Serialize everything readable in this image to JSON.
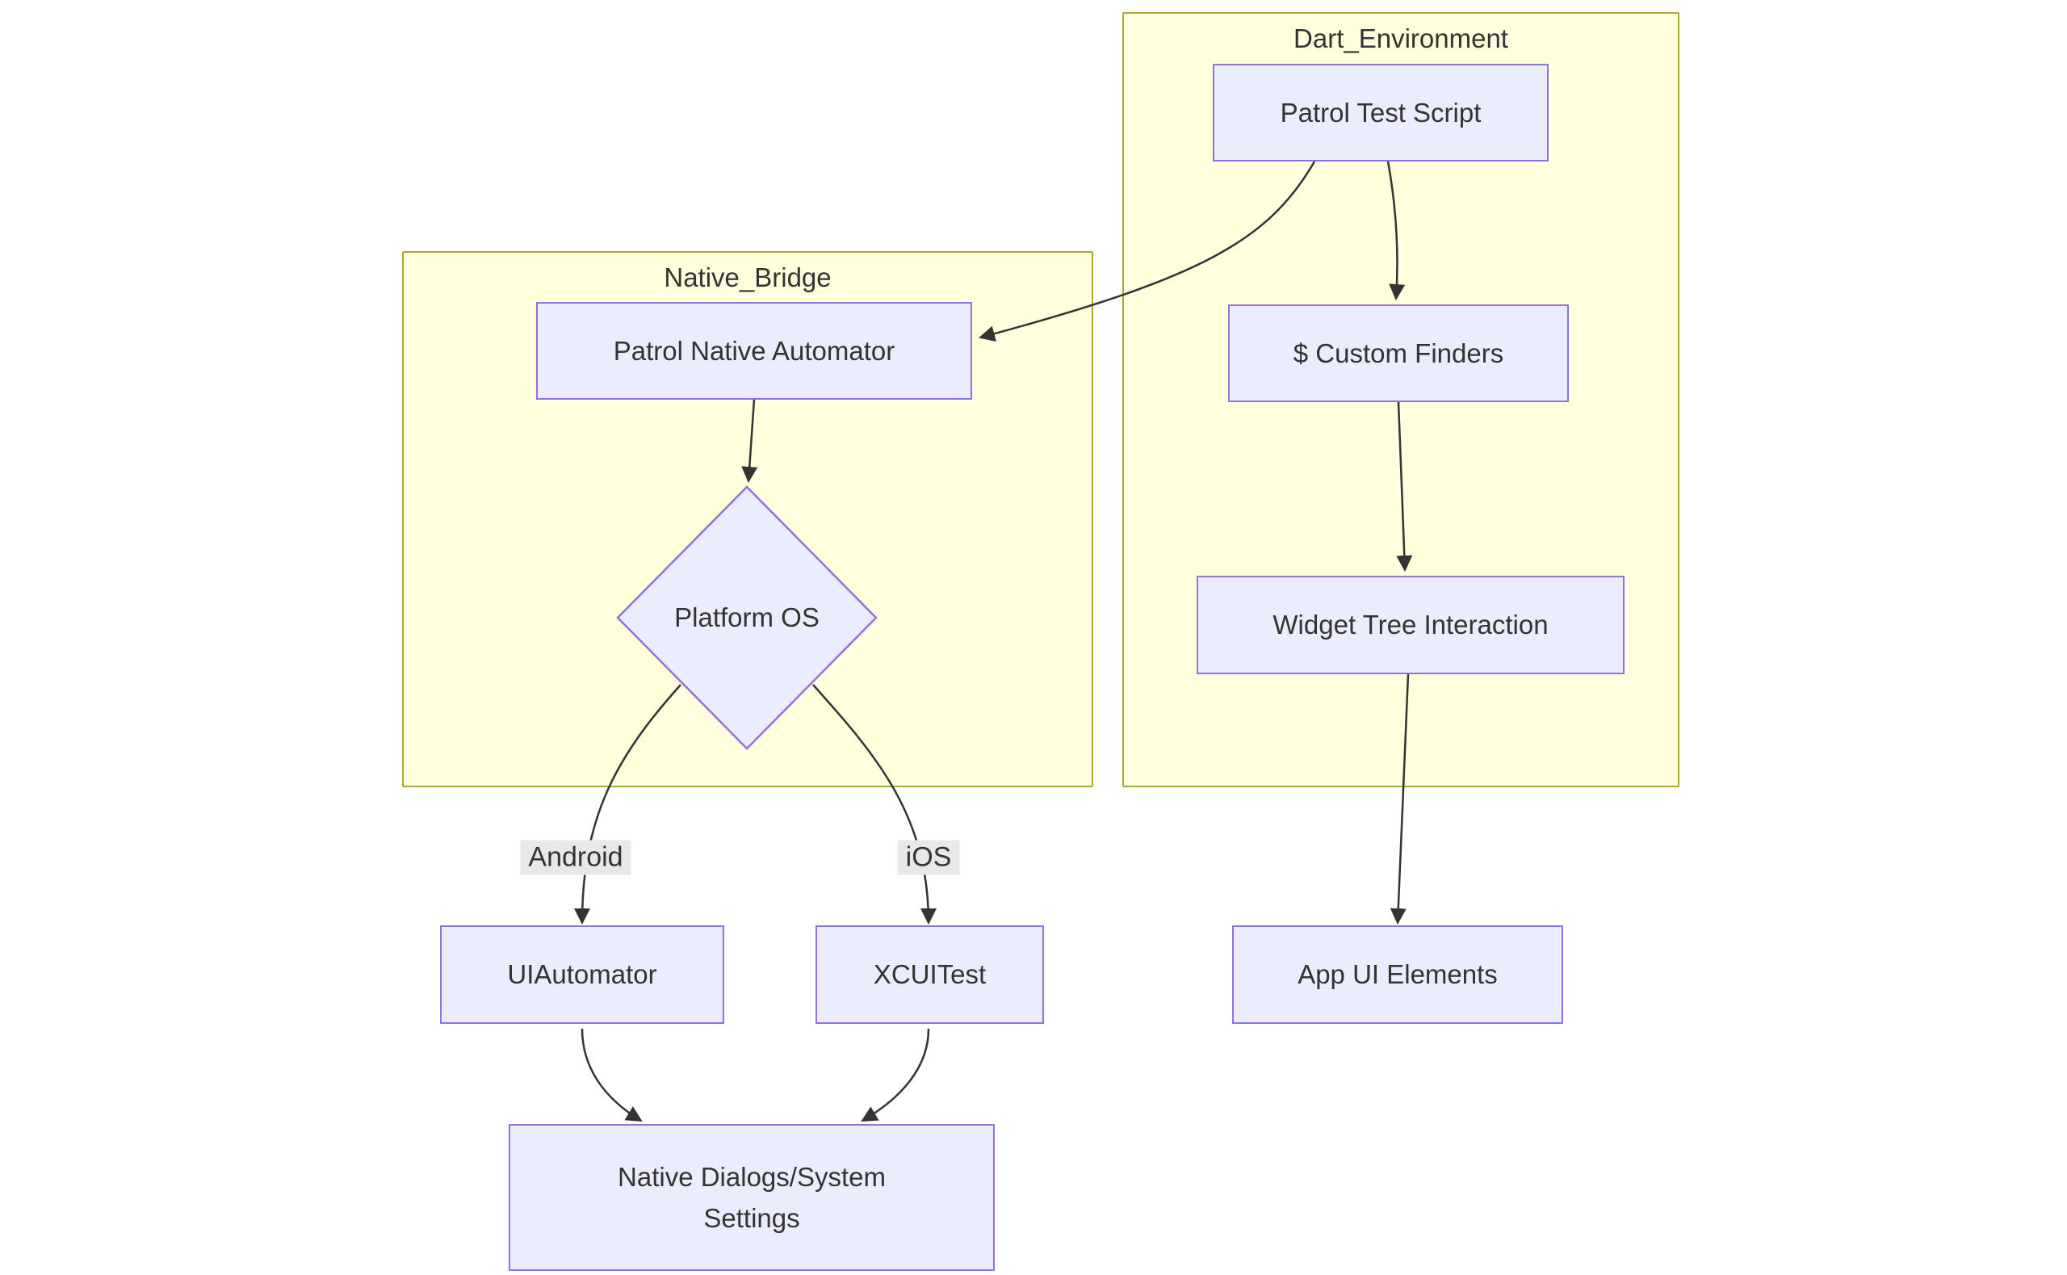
{
  "diagram": {
    "type": "flowchart-top-down",
    "clusters": {
      "dart_environment": {
        "label": "Dart_Environment"
      },
      "native_bridge": {
        "label": "Native_Bridge"
      }
    },
    "nodes": {
      "patrol_test_script": {
        "label": "Patrol Test Script",
        "shape": "rect",
        "cluster": "dart_environment"
      },
      "custom_finders": {
        "label": "$ Custom Finders",
        "shape": "rect",
        "cluster": "dart_environment"
      },
      "widget_tree_interaction": {
        "label": "Widget Tree Interaction",
        "shape": "rect",
        "cluster": "dart_environment"
      },
      "app_ui_elements": {
        "label": "App UI Elements",
        "shape": "rect",
        "cluster": null
      },
      "patrol_native_automator": {
        "label": "Patrol Native Automator",
        "shape": "rect",
        "cluster": "native_bridge"
      },
      "platform_os": {
        "label": "Platform OS",
        "shape": "diamond",
        "cluster": "native_bridge"
      },
      "uiautomator": {
        "label": "UIAutomator",
        "shape": "rect",
        "cluster": null
      },
      "xcuitest": {
        "label": "XCUITest",
        "shape": "rect",
        "cluster": null
      },
      "native_dialogs": {
        "label": "Native Dialogs/System Settings",
        "shape": "rect",
        "cluster": null
      }
    },
    "edges": [
      {
        "from": "patrol_test_script",
        "to": "patrol_native_automator",
        "label": ""
      },
      {
        "from": "patrol_test_script",
        "to": "custom_finders",
        "label": ""
      },
      {
        "from": "custom_finders",
        "to": "widget_tree_interaction",
        "label": ""
      },
      {
        "from": "widget_tree_interaction",
        "to": "app_ui_elements",
        "label": ""
      },
      {
        "from": "patrol_native_automator",
        "to": "platform_os",
        "label": ""
      },
      {
        "from": "platform_os",
        "to": "uiautomator",
        "label": "Android"
      },
      {
        "from": "platform_os",
        "to": "xcuitest",
        "label": "iOS"
      },
      {
        "from": "uiautomator",
        "to": "native_dialogs",
        "label": ""
      },
      {
        "from": "xcuitest",
        "to": "native_dialogs",
        "label": ""
      }
    ],
    "edge_labels": {
      "android": {
        "label": "Android"
      },
      "ios": {
        "label": "iOS"
      }
    },
    "colors": {
      "node_fill": "#ECECFF",
      "node_border": "#9370DB",
      "cluster_fill": "#FFFFDE",
      "cluster_border": "#AAAA33",
      "edge": "#333333",
      "text": "#333333",
      "edge_label_bg": "#E8E8E8",
      "page_bg": "#FFFFFF"
    }
  }
}
